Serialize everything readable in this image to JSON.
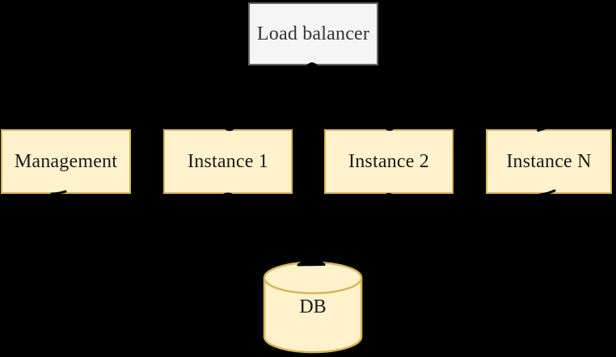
{
  "diagram": {
    "background_color": "#000000",
    "edge_color": "#000000",
    "palette": {
      "gray_fill": "#f5f5f5",
      "gray_stroke": "#666666",
      "yellow_fill": "#fff2cc",
      "yellow_stroke": "#d6b656",
      "text_color": "#1a1a1a"
    },
    "nodes": [
      {
        "id": "load-balancer",
        "label": "Load balancer",
        "shape": "rectangle",
        "fill": "#f5f5f5",
        "stroke": "#666666"
      },
      {
        "id": "management",
        "label": "Management",
        "shape": "rectangle",
        "fill": "#fff2cc",
        "stroke": "#d6b656"
      },
      {
        "id": "instance-1",
        "label": "Instance 1",
        "shape": "rectangle",
        "fill": "#fff2cc",
        "stroke": "#d6b656"
      },
      {
        "id": "instance-2",
        "label": "Instance 2",
        "shape": "rectangle",
        "fill": "#fff2cc",
        "stroke": "#d6b656"
      },
      {
        "id": "instance-n",
        "label": "Instance N",
        "shape": "rectangle",
        "fill": "#fff2cc",
        "stroke": "#d6b656"
      },
      {
        "id": "db",
        "label": "DB",
        "shape": "cylinder",
        "fill": "#fff2cc",
        "stroke": "#d6b656"
      }
    ]
  }
}
